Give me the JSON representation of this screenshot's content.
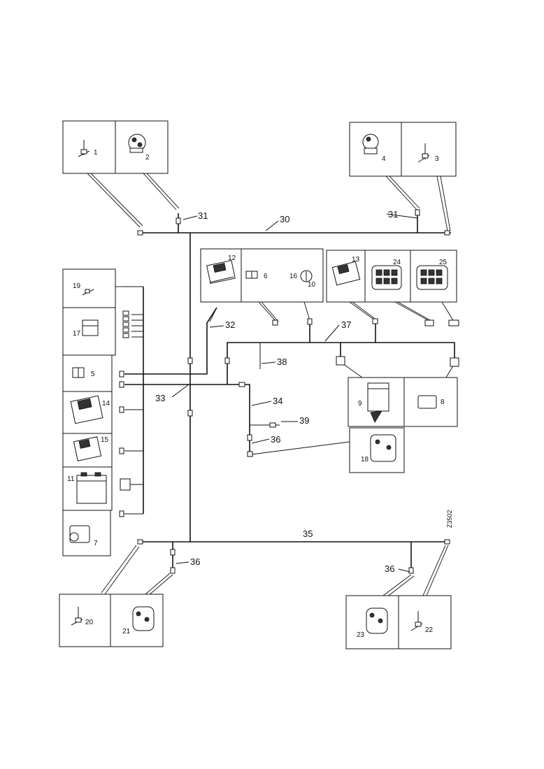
{
  "diagram_code": "Z3502",
  "wire_labels": {
    "w30": "30",
    "w31a": "31",
    "w31b": "31",
    "w32": "32",
    "w33": "33",
    "w34": "34",
    "w35": "35",
    "w36a": "36",
    "w36b": "36",
    "w36c": "36",
    "w37": "37",
    "w38": "38",
    "w39": "39"
  },
  "component_labels": {
    "c1": "1",
    "c2": "2",
    "c3": "3",
    "c4": "4",
    "c5": "5",
    "c6": "6",
    "c7": "7",
    "c8": "8",
    "c9": "9",
    "c10": "10",
    "c11": "11",
    "c12": "12",
    "c13": "13",
    "c14": "14",
    "c15": "15",
    "c16": "16",
    "c17": "17",
    "c18": "18",
    "c19": "19",
    "c20": "20",
    "c21": "21",
    "c22": "22",
    "c23": "23",
    "c24": "24",
    "c25": "25"
  }
}
